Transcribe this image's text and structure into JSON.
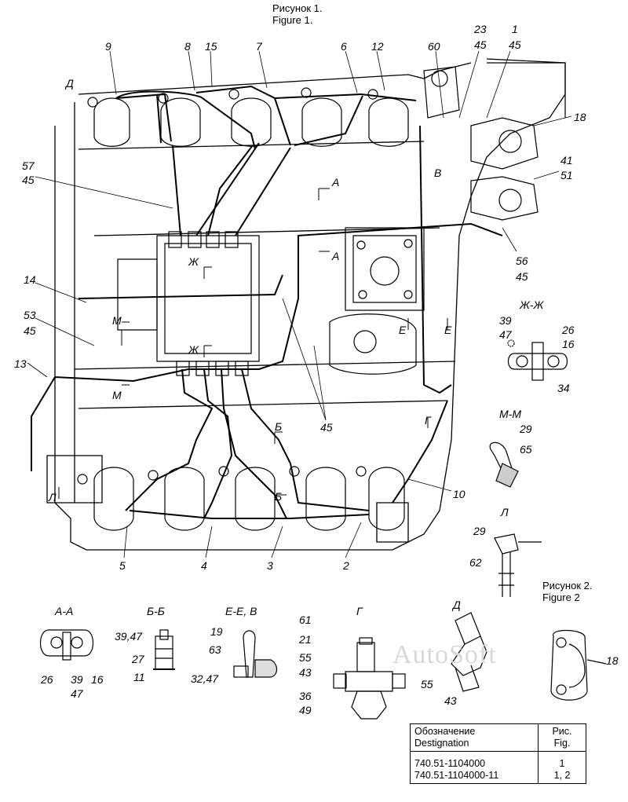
{
  "figure1": {
    "title_ru": "Рисунок 1.",
    "title_en": "Figure 1."
  },
  "figure2": {
    "title_ru": "Рисунок 2.",
    "title_en": "Figure 2"
  },
  "callouts_top": [
    "9",
    "8",
    "15",
    "7",
    "6",
    "12",
    "60",
    "23",
    "45",
    "1",
    "45"
  ],
  "callouts": {
    "c18": "18",
    "c41": "41",
    "c51": "51",
    "c57": "57",
    "c45a": "45",
    "c56": "56",
    "c45b": "45",
    "c14": "14",
    "c53": "53",
    "c45c": "45",
    "c13": "13",
    "c45d": "45",
    "c10": "10",
    "c5": "5",
    "c4": "4",
    "c3": "3",
    "c2": "2"
  },
  "section_marks": {
    "d_arrow": "Д",
    "a_top": "А",
    "a_bot": "А",
    "v": "В",
    "zh_top": "Ж",
    "zh_bot": "Ж",
    "m_top": "М",
    "m_bot": "М",
    "e_left": "Е",
    "e_right": "Е",
    "g": "Г",
    "b_top": "Б",
    "b_bot": "Б",
    "l": "Л"
  },
  "views": {
    "zhzh": {
      "title": "Ж-Ж",
      "n39": "39",
      "n47": "47",
      "n26": "26",
      "n16": "16",
      "n34": "34"
    },
    "mm": {
      "title": "М-М",
      "n29": "29",
      "n65": "65"
    },
    "l": {
      "title": "Л",
      "n29": "29",
      "n62": "62"
    },
    "aa": {
      "title": "А-А",
      "n26": "26",
      "n39": "39",
      "n47": "47",
      "n16": "16"
    },
    "bb": {
      "title": "Б-Б",
      "n3947": "39,47",
      "n27": "27",
      "n11": "11"
    },
    "eev": {
      "title": "Е-Е, В",
      "n19": "19",
      "n63": "63",
      "n3247": "32,47"
    },
    "g": {
      "title": "Г",
      "n61": "61",
      "n21": "21",
      "n55": "55",
      "n43": "43",
      "n36": "36",
      "n49": "49"
    },
    "d": {
      "title": "Д",
      "n55": "55",
      "n43": "43"
    },
    "fig2": {
      "n18": "18"
    }
  },
  "table": {
    "header_ru": "Обозначение",
    "header_en": "Destignation",
    "fig_ru": "Рис.",
    "fig_en": "Fig.",
    "rows": [
      {
        "designation": "740.51-1104000",
        "fig": "1"
      },
      {
        "designation": "740.51-1104000-11",
        "fig": "1, 2"
      }
    ]
  },
  "watermark": "AutoSoft"
}
